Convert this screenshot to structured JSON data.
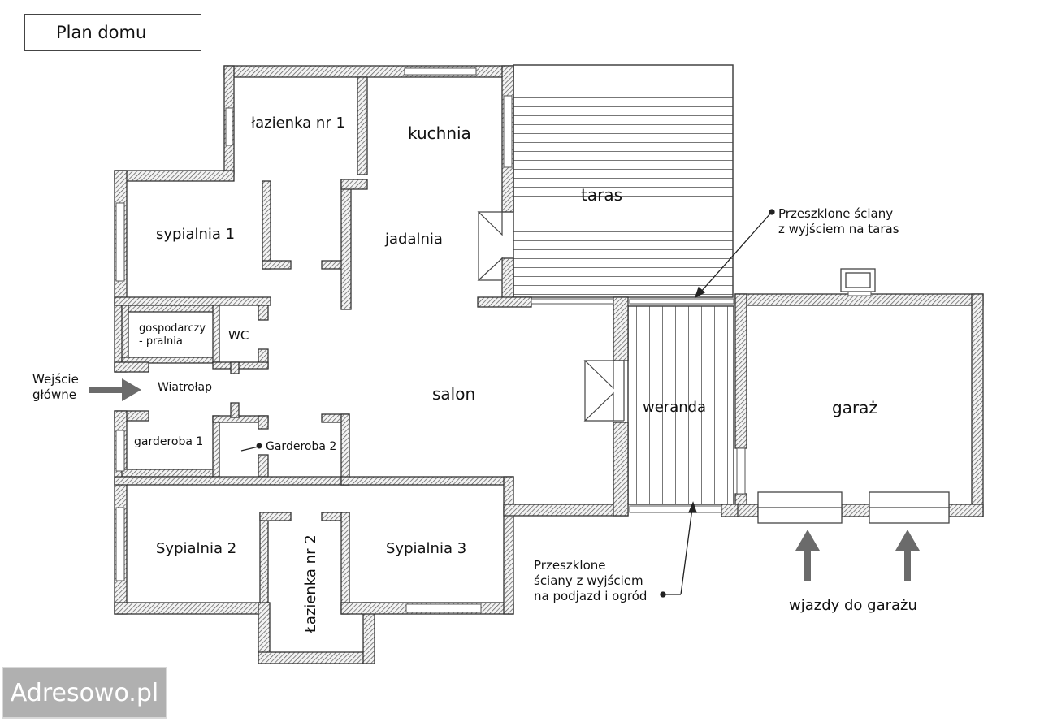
{
  "plan": {
    "title": "Plan domu",
    "rooms": {
      "lazienka1": "łazienka nr 1",
      "kuchnia": "kuchnia",
      "taras": "taras",
      "sypialnia1": "sypialnia 1",
      "jadalnia": "jadalnia",
      "gospodarczy_line1": "gospodarczy",
      "gospodarczy_line2": "- pralnia",
      "wc": "WC",
      "wiatrolap": "Wiatrołap",
      "salon": "salon",
      "weranda": "weranda",
      "garaz": "garaż",
      "garderoba1": "garderoba 1",
      "garderoba2": "Garderoba 2",
      "sypialnia2": "Sypialnia 2",
      "lazienka2": "Łazienka nr 2",
      "sypialnia3": "Sypialnia 3"
    },
    "annotations": {
      "entrance_line1": "Wejście",
      "entrance_line2": "główne",
      "glass_taras_line1": "Przeszklone ściany",
      "glass_taras_line2": "z wyjściem na taras",
      "glass_garden_line1": "Przeszklone",
      "glass_garden_line2": "ściany z wyjściem",
      "glass_garden_line3": "na podjazd i ogród",
      "garage_entries": "wjazdy do garażu"
    },
    "watermark": "Adresowo.pl",
    "colors": {
      "wall_hatch": "#555555",
      "arrow": "#6b6b6b",
      "watermark_bg": "#969696"
    }
  }
}
